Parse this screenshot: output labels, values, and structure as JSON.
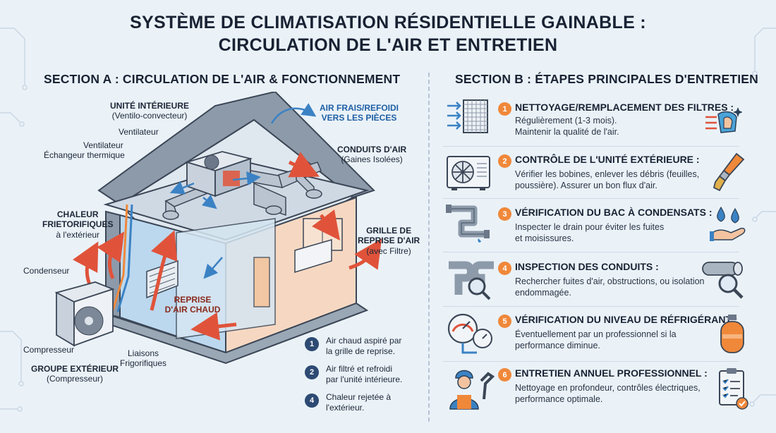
{
  "title": {
    "line1": "SYSTÈME DE CLIMATISATION RÉSIDENTIELLE GAINABLE :",
    "line2": "CIRCULATION DE L'AIR ET ENTRETIEN"
  },
  "section_a": {
    "heading": "SECTION A : CIRCULATION DE L'AIR & FONCTIONNEMENT",
    "labels": {
      "indoor_unit_title": "UNITÉ INTÉRIEURE",
      "indoor_unit_sub": "(Ventilo-convecteur)",
      "ventilateur1": "Ventilateur",
      "ventilateur2": "Ventilateur",
      "echangeur": "Échangeur thermique",
      "air_frais_1": "AIR FRAIS/REFOIDI",
      "air_frais_2": "VERS LES PIÈCES",
      "conduits_title": "CONDUITS D'AIR",
      "conduits_sub": "(Gaines Isolées)",
      "chaleur_1": "CHALEUR",
      "chaleur_2": "FRIETORIFIQUES",
      "chaleur_3": "à l'extérieur",
      "grille_1": "GRILLE DE",
      "grille_2": "REPRISE D'AIR",
      "grille_3": "(avec Filtre)",
      "condenseur": "Condenseur",
      "reprise_1": "REPRISE",
      "reprise_2": "D'AIR CHAUD",
      "compresseur": "Compresseur",
      "liaisons_1": "Liaisons",
      "liaisons_2": "Frigorifiques",
      "groupe_title": "GROUPE EXTÉRIEUR",
      "groupe_sub": "(Compresseur)"
    },
    "steps": [
      {
        "num": "1",
        "line1": "Air chaud aspiré par",
        "line2": "la grille de reprise."
      },
      {
        "num": "2",
        "line1": "Air filtré et refroidi",
        "line2": "par l'unité intérieure."
      },
      {
        "num": "4",
        "line1": "Chaleur rejetée à",
        "line2": "l'extérieur."
      }
    ]
  },
  "section_b": {
    "heading": "SECTION B : ÉTAPES PRINCIPALES D'ENTRETIEN",
    "items": [
      {
        "num": "1",
        "title": "NETTOYAGE/REMPLACEMENT DES FILTRES :",
        "desc1": "Régulièrement (1-3 mois).",
        "desc2": "Maintenir la qualité de l'air.",
        "icon": "filter-icon",
        "side_icon": "cleaning-cloth-icon"
      },
      {
        "num": "2",
        "title": "CONTRÔLE DE L'UNITÉ EXTÉRIEURE :",
        "desc1": "Vérifier les bobines, enlever les débris (feuilles,",
        "desc2": "poussière). Assurer un bon flux d'air.",
        "icon": "outdoor-unit-icon",
        "side_icon": "brush-icon"
      },
      {
        "num": "3",
        "title": "VÉRIFICATION DU BAC À CONDENSATS :",
        "desc1": "Inspecter le drain pour éviter les fuites",
        "desc2": "et moisissures.",
        "icon": "drain-pipe-icon",
        "side_icon": "water-drops-icon"
      },
      {
        "num": "4",
        "title": "INSPECTION DES CONDUITS :",
        "desc1": "Rechercher fuites d'air, obstructions, ou isolation",
        "desc2": "endommagée.",
        "icon": "duct-inspection-icon",
        "side_icon": "magnifier-pipe-icon"
      },
      {
        "num": "5",
        "title": "VÉRIFICATION DU NIVEAU DE RÉFRIGÉRANT :",
        "desc1": "Éventuellement par un professionnel si la",
        "desc2": "performance diminue.",
        "icon": "pressure-gauge-icon",
        "side_icon": "refrigerant-tank-icon"
      },
      {
        "num": "6",
        "title": "ENTRETIEN ANNUEL PROFESSIONNEL :",
        "desc1": "Nettoyage en profondeur, contrôles électriques,",
        "desc2": "performance optimale.",
        "icon": "technician-icon",
        "side_icon": "checklist-icon"
      }
    ]
  },
  "colors": {
    "accent_orange": "#f0883a",
    "navy": "#2d4a73",
    "cool_blue": "#3b82c4",
    "warm_red": "#e0533a"
  }
}
